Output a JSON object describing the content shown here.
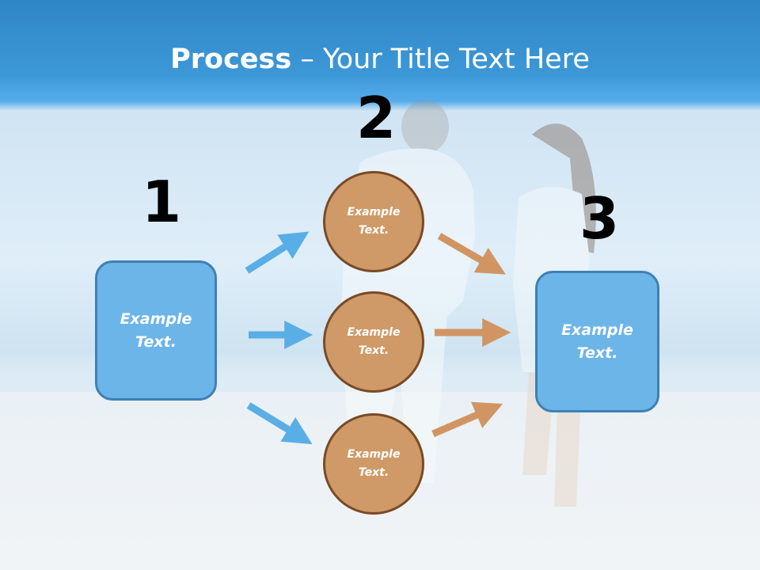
{
  "title": {
    "bold": "Process",
    "rest": " – Your Title Text Here"
  },
  "steps": [
    {
      "number": "1",
      "text": "Example Text."
    },
    {
      "number": "2",
      "items": [
        {
          "text": "Example Text."
        },
        {
          "text": "Example Text."
        },
        {
          "text": "Example Text."
        }
      ]
    },
    {
      "number": "3",
      "text": "Example Text."
    }
  ],
  "colors": {
    "blue_fill": "#6cb5e8",
    "blue_border": "#3f80b5",
    "blue_arrow": "#5aaee6",
    "orange_fill": "#cf9a67",
    "orange_border": "#7a4a26",
    "orange_arrow": "#d09563",
    "title_bar": "#3d98d8"
  }
}
